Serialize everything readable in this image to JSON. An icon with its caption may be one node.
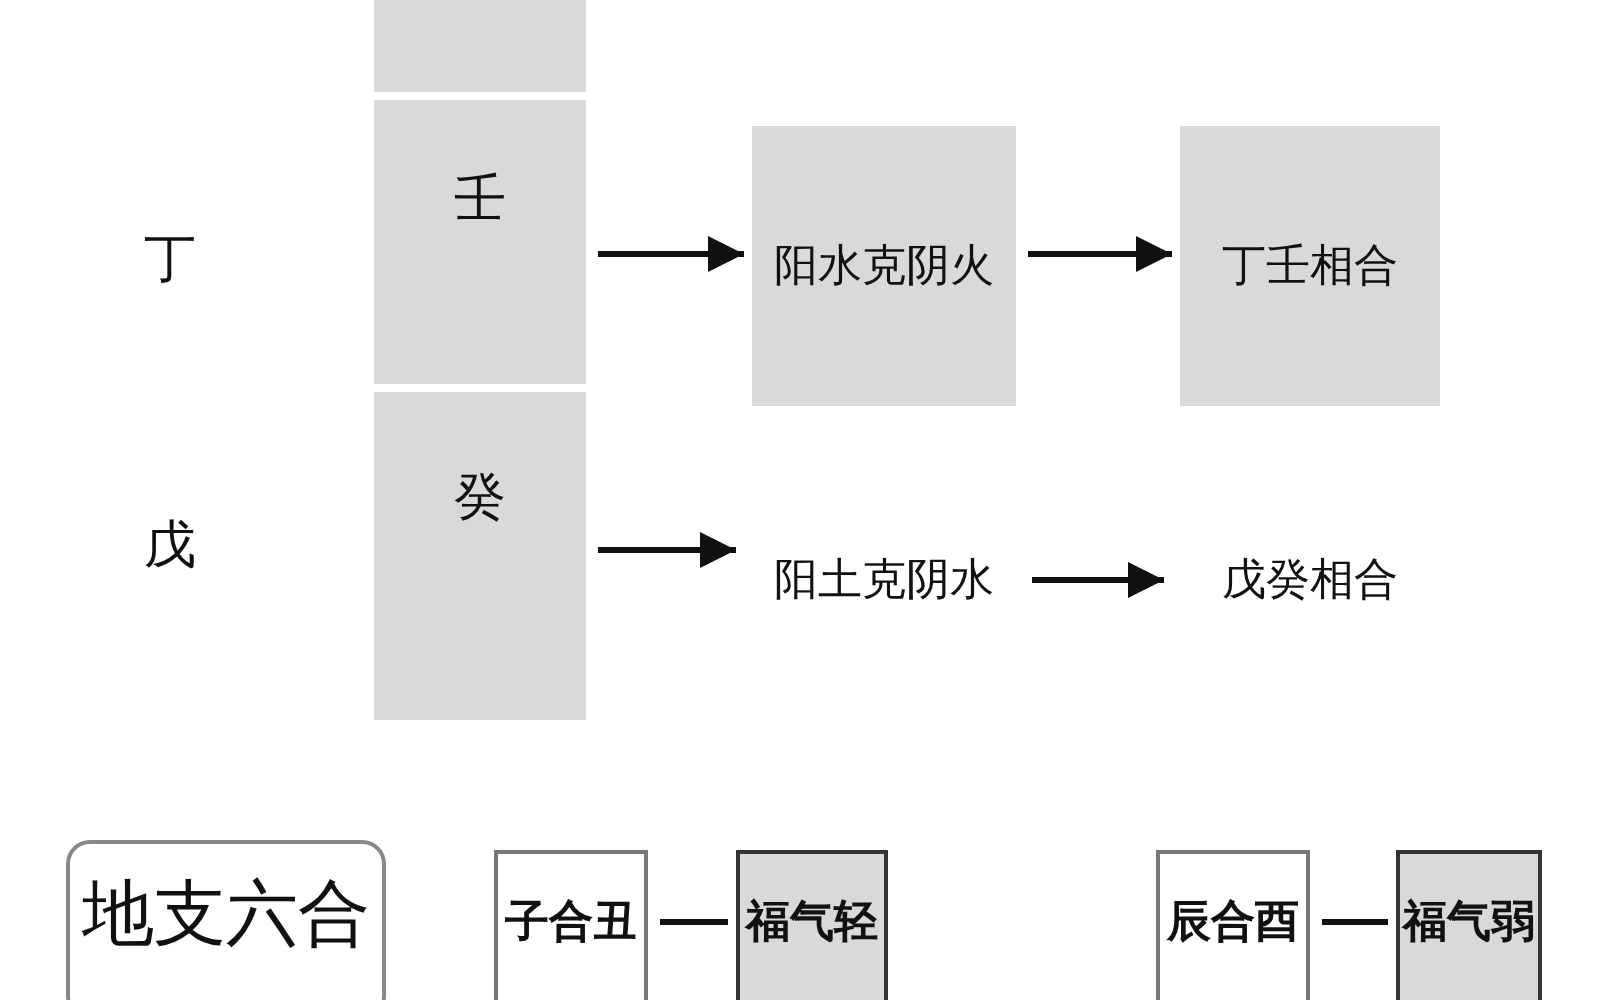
{
  "diagram": {
    "nodes": [
      {
        "text": [],
        "shape": "box"
      },
      {
        "text": [
          "壬"
        ]
      },
      {
        "text": [
          "癸"
        ]
      },
      {
        "text": [
          "阳水克阴火"
        ]
      },
      {
        "text": [
          "丁壬相合"
        ]
      },
      {
        "text": [
          "阳土克阴水"
        ]
      },
      {
        "text": [
          "戊癸相合"
        ]
      },
      {
        "text": [
          "地支六合"
        ]
      },
      {
        "text": [
          "子合丑"
        ]
      },
      {
        "text": [
          "福气轻"
        ]
      },
      {
        "text": [
          "辰合酉"
        ]
      },
      {
        "text": [
          "福气弱"
        ]
      }
    ],
    "edges": [
      {
        "from": 1,
        "to": 3,
        "arrow": "to"
      },
      {
        "from": 3,
        "to": 4,
        "arrow": "to"
      },
      {
        "from": 2,
        "to": 5,
        "arrow": "to"
      },
      {
        "from": 5,
        "to": 6,
        "arrow": "to"
      },
      {
        "from": 8,
        "to": 9,
        "arrow": "none"
      },
      {
        "from": 10,
        "to": 11,
        "arrow": "none"
      }
    ],
    "labels": [
      "丁",
      "戊"
    ]
  }
}
